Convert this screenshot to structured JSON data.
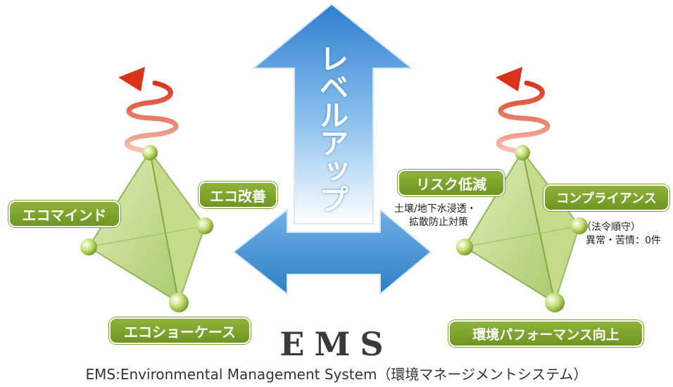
{
  "center_arrow": {
    "label": "レベルアップ"
  },
  "left_pyramid": {
    "labels": {
      "eco_mind": "エコマインド",
      "eco_improvement": "エコ改善",
      "eco_showcase": "エコショーケース"
    }
  },
  "right_pyramid": {
    "labels": {
      "risk_reduction": "リスク低減",
      "compliance": "コンプライアンス",
      "env_performance": "環境パフォーマンス向上"
    },
    "notes": {
      "risk_line1": "土壌/地下水浸透・",
      "risk_line2": "拡散防止対策",
      "compliance_line1": "（法令順守）",
      "compliance_line2": "異常・苦情：0件"
    }
  },
  "footer": {
    "title": "EMS",
    "caption": "EMS:Environmental Management System（環境マネージメントシステム）"
  },
  "colors": {
    "pill_green": "#7aa02a",
    "arrow_blue": "#3f8fd6",
    "spiral_red": "#e0452a",
    "pyramid_green": "#bcd87a"
  }
}
